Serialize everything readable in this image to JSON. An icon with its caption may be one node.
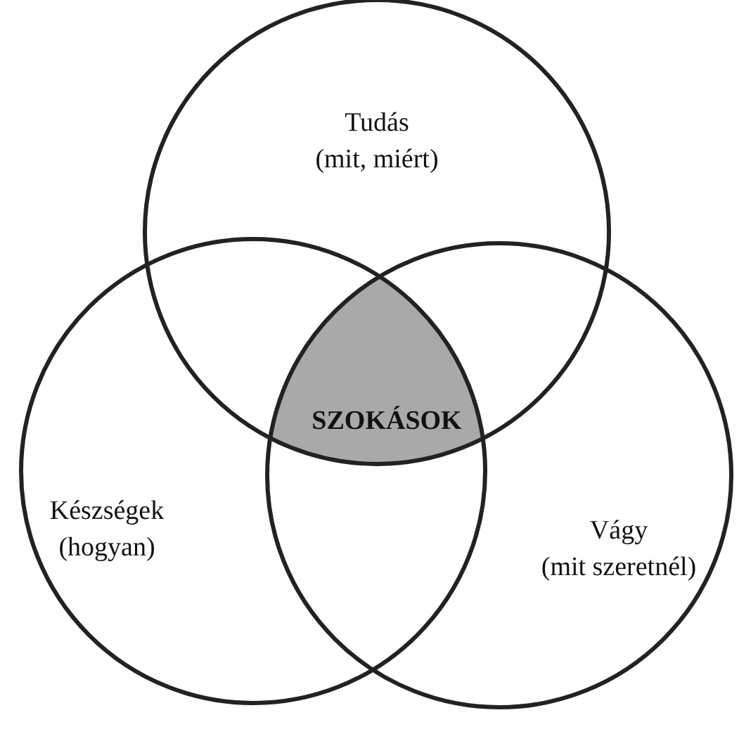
{
  "diagram": {
    "nodes": [
      {
        "text": [
          "Tudás",
          "(mit, miért)"
        ]
      },
      {
        "text": [
          "Készségek",
          "(hogyan)"
        ]
      },
      {
        "text": [
          "Vágy",
          "(mit szeretnél)"
        ]
      },
      {
        "text": [
          "SZOKÁSOK"
        ]
      }
    ]
  }
}
